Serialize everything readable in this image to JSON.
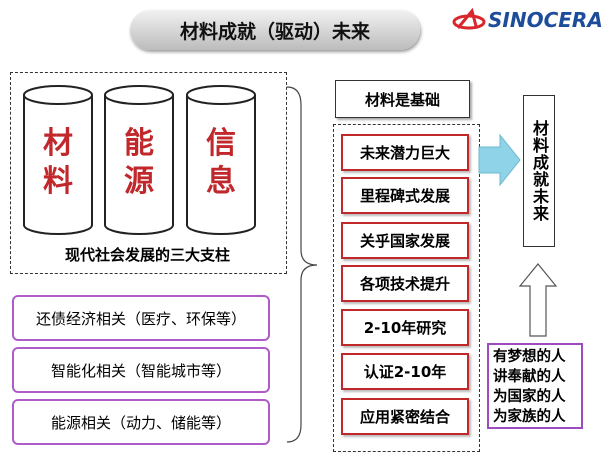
{
  "title": "材料成就（驱动）未来",
  "logo": {
    "text": "SINOCERA"
  },
  "pillars": {
    "items": [
      "材料",
      "能源",
      "信息"
    ],
    "caption": "现代社会发展的三大支柱"
  },
  "related": [
    "还债经济相关（医疗、环保等）",
    "智能化相关（智能城市等）",
    "能源相关（动力、储能等）"
  ],
  "base": "材料是基础",
  "reasons": [
    "未来潜力巨大",
    "里程碑式发展",
    "关乎国家发展",
    "各项技术提升",
    "2-10年研究",
    "认证2-10年",
    "应用紧密结合"
  ],
  "conclusion": "材料成就未来",
  "dream": [
    "有梦想的人",
    "讲奉献的人",
    "为国家的人",
    "为家族的人"
  ],
  "colors": {
    "red": "#c0282c",
    "purple": "#b05cc8",
    "arrow": "#8fd3e8"
  }
}
